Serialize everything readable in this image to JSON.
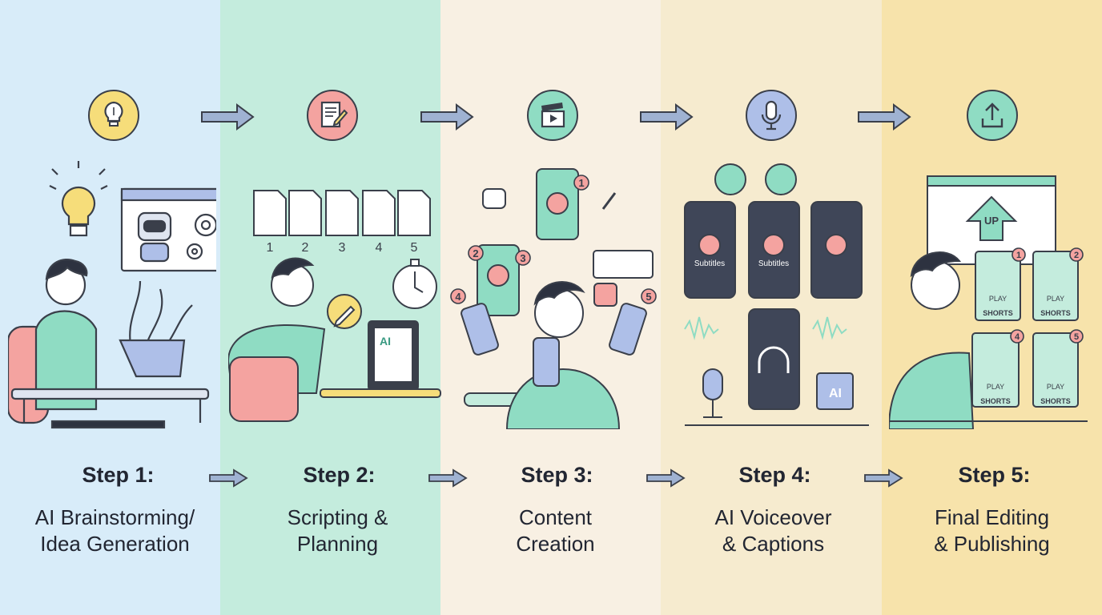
{
  "steps": [
    {
      "title": "Step 1:",
      "line1": "AI Brainstorming/",
      "line2": "Idea Generation",
      "icon": "lightbulb-icon",
      "color": "#f6dd7a"
    },
    {
      "title": "Step 2:",
      "line1": "Scripting &",
      "line2": "Planning",
      "icon": "document-pen-icon",
      "color": "#f4a3a0"
    },
    {
      "title": "Step 3:",
      "line1": "Content",
      "line2": "Creation",
      "icon": "video-clapper-icon",
      "color": "#8fdcc3"
    },
    {
      "title": "Step 4:",
      "line1": "AI Voiceover",
      "line2": "& Captions",
      "icon": "microphone-icon",
      "color": "#aebfe8"
    },
    {
      "title": "Step 5:",
      "line1": "Final Editing",
      "line2": "& Publishing",
      "icon": "upload-icon",
      "color": "#8fdcc3"
    }
  ],
  "scene_text": {
    "pages": [
      "1",
      "2",
      "3",
      "4",
      "5"
    ],
    "ai_doc": "AI",
    "badges": [
      "1",
      "2",
      "3",
      "4",
      "5"
    ],
    "subtitles": "Subtitles",
    "ai_chip": "AI",
    "up": "UP",
    "play": "PLAY",
    "shorts": "SHORTS",
    "short_badges": [
      "1",
      "2",
      "4",
      "5"
    ]
  },
  "colors": {
    "accent": "#f4a3a0",
    "teal": "#8fdcc3",
    "arrow": "#9fb2d2",
    "ink": "#3a3f4a",
    "red": "#e8474b"
  }
}
